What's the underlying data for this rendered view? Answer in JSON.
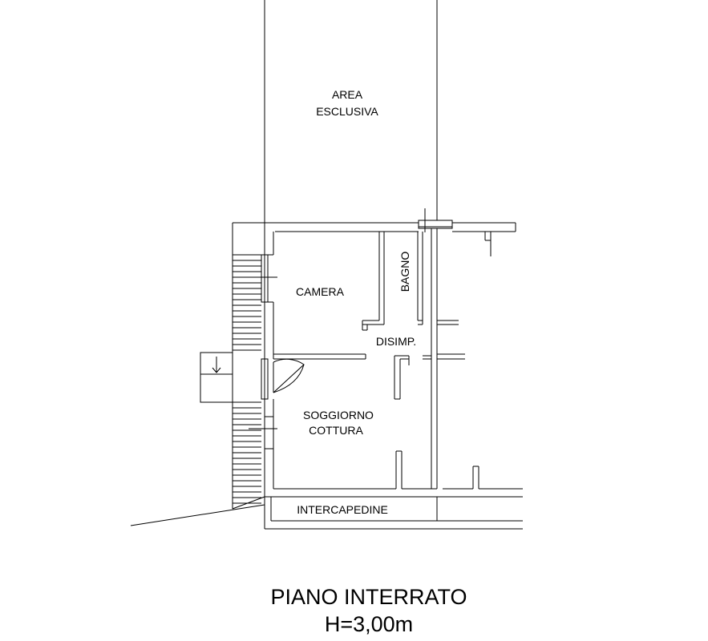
{
  "plan": {
    "labels": {
      "area_line1": "AREA",
      "area_line2": "ESCLUSIVA",
      "camera": "CAMERA",
      "bagno": "BAGNO",
      "disimpegno": "DISIMP.",
      "soggiorno_line1": "SOGGIORNO",
      "soggiorno_line2": "COTTURA",
      "intercapedine": "INTERCAPEDINE"
    },
    "title": {
      "line1": "PIANO INTERRATO",
      "line2": "H=3,00m"
    }
  }
}
